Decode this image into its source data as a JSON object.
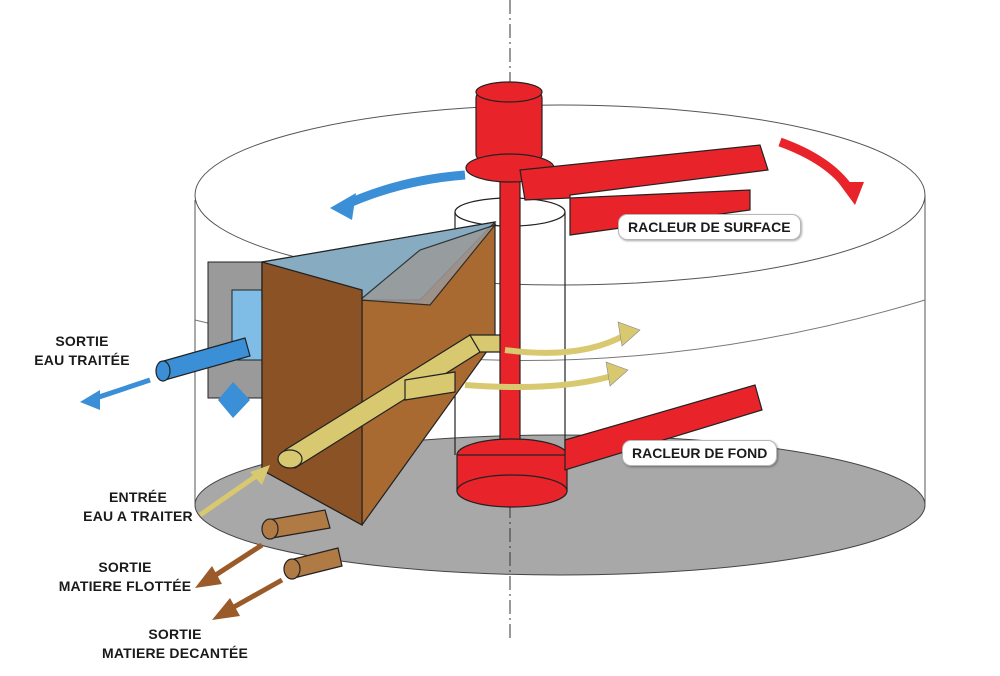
{
  "labels": {
    "racleur_surface": "RACLEUR DE SURFACE",
    "racleur_fond": "RACLEUR DE FOND",
    "sortie_eau_traitee_1": "SORTIE",
    "sortie_eau_traitee_2": "EAU TRAITÉE",
    "entree_1": "ENTRÉE",
    "entree_2": "EAU A TRAITER",
    "sortie_flottee_1": "SORTIE",
    "sortie_flottee_2": "MATIERE FLOTTÉE",
    "sortie_decantee_1": "SORTIE",
    "sortie_decantee_2": "MATIERE DECANTÉE"
  },
  "colors": {
    "scraper": "#e8242a",
    "treated_water": "#3a8fd6",
    "raw_water_pipe": "#d8c970",
    "floated_matter": "#9a5a2a",
    "tank_floor": "#a6a6a6",
    "compartment": "#a86a30"
  }
}
